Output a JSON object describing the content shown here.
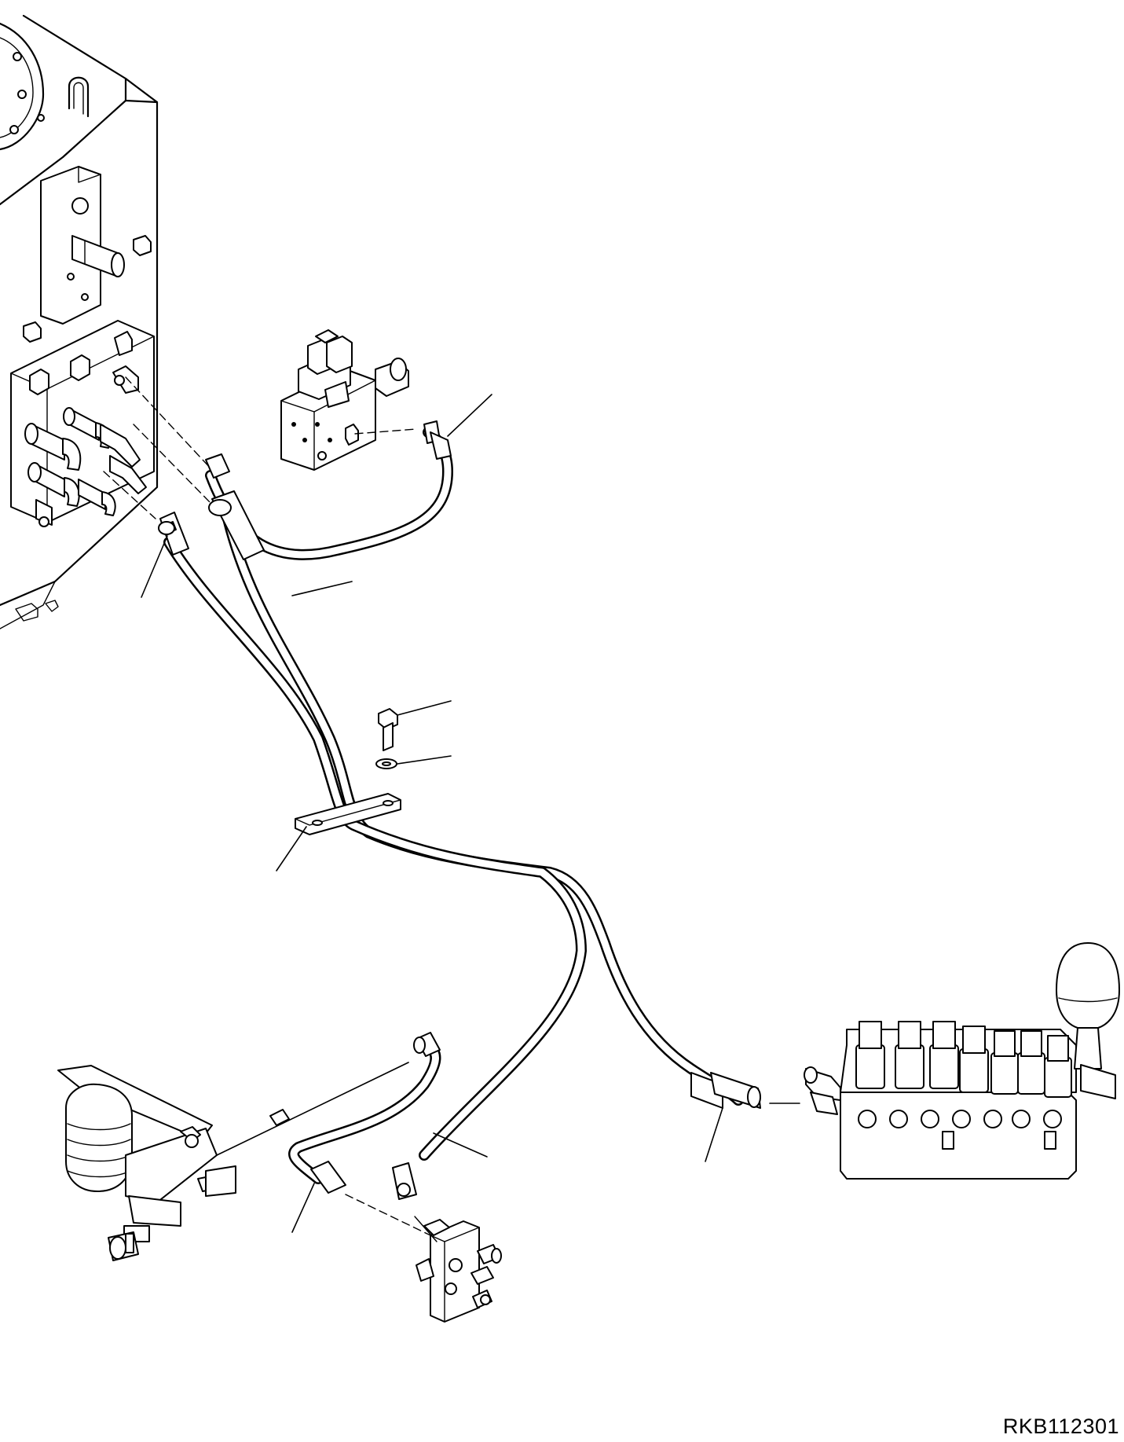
{
  "drawing": {
    "code": "RKB112301",
    "line_color": "#000000",
    "background_color": "#ffffff"
  },
  "components": [
    {
      "id": "hydraulic-tank",
      "icon": "tank-body"
    },
    {
      "id": "brake-valve",
      "icon": "valve-block"
    },
    {
      "id": "brake-pedal",
      "icon": "foot-pedal"
    },
    {
      "id": "main-control-valve",
      "icon": "multi-section-valve"
    },
    {
      "id": "small-valve-block",
      "icon": "valve-block"
    },
    {
      "id": "hose-clamp",
      "icon": "clamp-plate"
    },
    {
      "id": "bolt",
      "icon": "bolt-icon"
    },
    {
      "id": "washer",
      "icon": "washer-icon"
    }
  ]
}
